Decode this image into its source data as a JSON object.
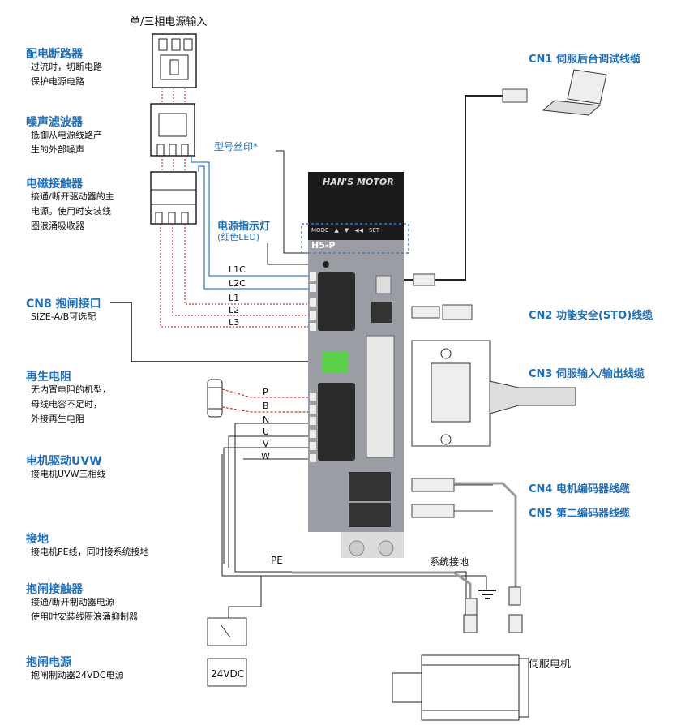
{
  "top_label": "单/三相电源输入",
  "left_blocks": [
    {
      "title": "配电断路器",
      "lines": [
        "过流时，切断电路",
        "保护电源电路"
      ]
    },
    {
      "title": "噪声滤波器",
      "lines": [
        "抵御从电源线路产",
        "生的外部噪声"
      ]
    },
    {
      "title": "电磁接触器",
      "lines": [
        "接通/断开驱动器的主",
        "电源。使用时安装线",
        "圈浪涌吸收器"
      ]
    },
    {
      "title": "CN8 抱闸接口",
      "lines": [
        "SIZE-A/B可选配"
      ]
    },
    {
      "title": "再生电阻",
      "lines": [
        "无内置电阻的机型，",
        "母线电容不足时，",
        "外接再生电阻"
      ]
    },
    {
      "title": "电机驱动UVW",
      "lines": [
        "接电机UVW三相线"
      ]
    },
    {
      "title": "接地",
      "lines": [
        "接电机PE线，同时接系统接地"
      ]
    },
    {
      "title": "抱闸接触器",
      "lines": [
        "接通/断开制动器电源",
        "使用时安装线圈浪涌抑制器"
      ]
    },
    {
      "title": "抱闸电源",
      "lines": [
        "抱闸制动器24VDC电源"
      ]
    }
  ],
  "callouts": {
    "model_print": "型号丝印*",
    "power_led": "电源指示灯",
    "power_led_sub": "(红色LED)"
  },
  "wire_labels": [
    "L1C",
    "L2C",
    "L1",
    "L2",
    "L3",
    "P",
    "B",
    "N",
    "U",
    "V",
    "W"
  ],
  "ground": {
    "pe": "PE",
    "system": "系统接地"
  },
  "cables": {
    "cn1": "CN1 伺服后台调试线缆",
    "cn2": "CN2 功能安全(STO)线缆",
    "cn3": "CN3 伺服输入/输出线缆",
    "cn4": "CN4 电机编码器线缆",
    "cn5": "CN5 第二编码器线缆"
  },
  "motor_label": "伺服电机",
  "dc_label": "24VDC",
  "drive": {
    "brand": "HAN'S MOTOR",
    "model": "H5-P",
    "buttons": [
      "MODE",
      "▲",
      "▼",
      "◀◀",
      "SET"
    ]
  },
  "colors": {
    "title_blue": "#1f6fb8",
    "wire_blue": "#3a7fc8",
    "wire_red": "#d63333",
    "drive_gray": "#9a9ea4"
  }
}
